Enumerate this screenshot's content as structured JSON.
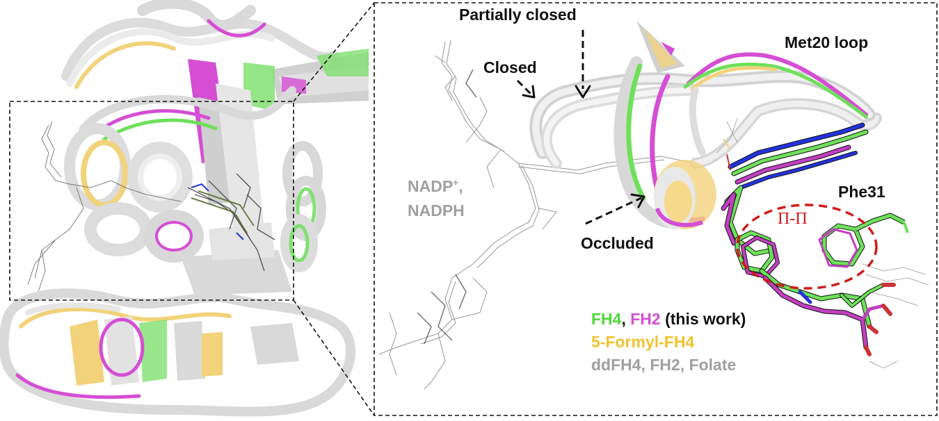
{
  "labels": {
    "partially_closed": "Partially closed",
    "closed": "Closed",
    "met20_loop": "Met20 loop",
    "nadp_line1_base": "NADP",
    "nadp_line1_sup": "+",
    "nadp_line1_tail": ",",
    "nadp_line2": "NADPH",
    "occluded": "Occluded",
    "phe31": "Phe31",
    "pi_pi": "Π-Π"
  },
  "legend": {
    "fh4": "FH4",
    "comma": ", ",
    "fh2": "FH2",
    "this_work": " (this work)",
    "formyl": "5-Formyl-FH4",
    "others": "ddFH4, FH2, Folate"
  },
  "colors": {
    "fh4_green": "#6ee05a",
    "fh2_magenta": "#d54ed4",
    "formyl_yellow": "#f2d27a",
    "others_gray": "#a0a0a0",
    "ribbon_gray": "#d8d8d8",
    "nitrogen_blue": "#2233dd",
    "oxygen_red": "#cc3333",
    "interaction_red": "#d01a1a"
  }
}
